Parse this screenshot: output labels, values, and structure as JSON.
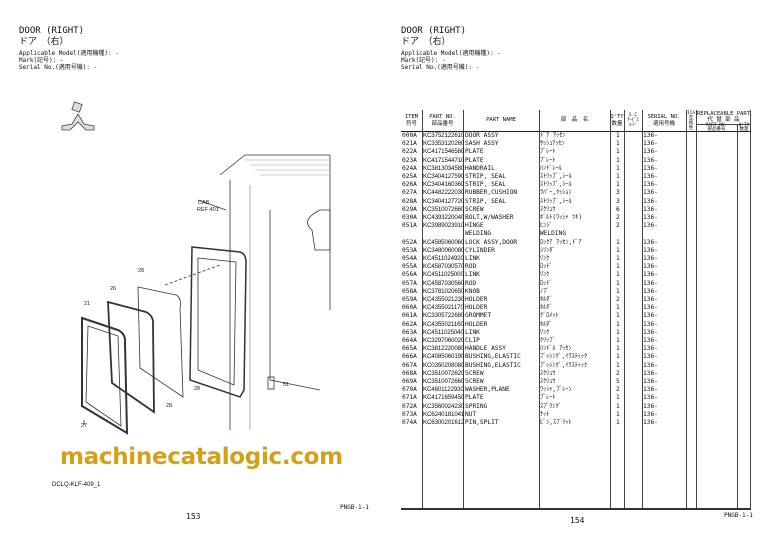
{
  "left_page": {
    "title_en": "DOOR (RIGHT)",
    "title_jp": "ドア　（右）",
    "applicable_model": "Applicable Model(適用機種): -",
    "mark": "Mark(記号): -",
    "serial_no": "Serial No.(適用号機): -",
    "diagram": {
      "cab_ref": [
        "CAB",
        "REF 401"
      ],
      "callouts": [
        "21",
        "26",
        "28",
        "28",
        "28",
        "27",
        "51"
      ],
      "figure_id": "DCLQ-KLF-409_1"
    },
    "section_code": "PNGB-1-1",
    "page_number": "153"
  },
  "right_page": {
    "title_en": "DOOR (RIGHT)",
    "title_jp": "ドア　（右）",
    "applicable_model": "Applicable Model(適用機種): -",
    "mark": "Mark(記号): -",
    "serial_no": "Serial No.(適用号機): -",
    "section_code": "PNGB-1-1",
    "page_number": "154",
    "headers": {
      "item": [
        "ITEM",
        "符号"
      ],
      "part_no": [
        "PART NO.",
        "部品番号"
      ],
      "part_name": "PART NAME",
      "jp_name": "部　品　名",
      "qty": [
        "Q'TY",
        "数量"
      ],
      "sc": [
        "S.C",
        "ｻｰﾋﾞｽ",
        "ｺｰﾄﾞ"
      ],
      "serial": [
        "SERIAL NO.",
        "適用号機"
      ],
      "ica": [
        "ICA",
        "互",
        "換",
        "性"
      ],
      "replaceable": [
        "REPLACEABLE PART",
        "代 替 部 品"
      ],
      "rep_part_no": [
        "PART NO.",
        "部品番号"
      ],
      "rep_qty": [
        "Q'TY",
        "数量"
      ]
    },
    "rows": [
      {
        "item": "000A",
        "part_no": "KC3752122610",
        "name": "DOOR ASSY",
        "jp": "ﾄﾞｱ ｱｯｾﾝ",
        "qty": "1",
        "serial": "136-"
      },
      {
        "item": "021A",
        "part_no": "KC3353120260",
        "name": "SASH ASSY",
        "jp": "ｻｯｼｭｱｯｾﾝ",
        "qty": "1",
        "serial": "136-"
      },
      {
        "item": "022A",
        "part_no": "KC4171546580",
        "name": "PLATE",
        "jp": "ﾌﾟﾚｰﾄ",
        "qty": "1",
        "serial": "136-"
      },
      {
        "item": "023A",
        "part_no": "KC4171544710",
        "name": "PLATE",
        "jp": "ﾌﾟﾚｰﾄ",
        "qty": "1",
        "serial": "136-"
      },
      {
        "item": "024A",
        "part_no": "KC3813034580",
        "name": "HANDRAIL",
        "jp": "ﾊﾝﾄﾞﾚｰﾙ",
        "qty": "1",
        "serial": "136-"
      },
      {
        "item": "025A",
        "part_no": "KC3404127590",
        "name": "STRIP, SEAL",
        "jp": "ｽﾄﾘｯﾌﾟ,ｼｰﾙ",
        "qty": "1",
        "serial": "136-"
      },
      {
        "item": "026A",
        "part_no": "KC3404160360",
        "name": "STRIP, SEAL",
        "jp": "ｽﾄﾘｯﾌﾟ,ｼｰﾙ",
        "qty": "1",
        "serial": "136-"
      },
      {
        "item": "027A",
        "part_no": "KC4482222030",
        "name": "RUBBER,CUSHION",
        "jp": "ﾗﾊﾞｰ,ｸｯｼｮﾝ",
        "qty": "3",
        "serial": "136-"
      },
      {
        "item": "028A",
        "part_no": "KC3404127720",
        "name": "STRIP, SEAL",
        "jp": "ｽﾄﾘｯﾌﾟ,ｼｰﾙ",
        "qty": "3",
        "serial": "136-"
      },
      {
        "item": "029A",
        "part_no": "KC3510072660",
        "name": "SCREW",
        "jp": "ｽｸﾘｭｳ",
        "qty": "6",
        "serial": "136-"
      },
      {
        "item": "030A",
        "part_no": "KC4393220040",
        "name": "BOLT,W/WASHER",
        "jp": "ﾎﾞﾙﾄ(ﾜｯｼｬ ﾂｷ)",
        "qty": "2",
        "serial": "136-"
      },
      {
        "item": "051A",
        "part_no": "KC3989023910",
        "name": "HINGE",
        "jp": "ﾋﾝｼﾞ",
        "qty": "2",
        "serial": "136-"
      },
      {
        "item": "",
        "part_no": "",
        "name": "WELDING",
        "jp": "WELDING",
        "qty": "",
        "serial": ""
      },
      {
        "item": "052A",
        "part_no": "KC4585060060",
        "name": "LOCK ASSY,DOOR",
        "jp": "ﾛｯｸｱ ｱｯｾﾝ,ﾄﾞｱ",
        "qty": "1",
        "serial": "136-"
      },
      {
        "item": "053A",
        "part_no": "KC3480060080",
        "name": "CYLINDER",
        "jp": "ｼﾘﾝﾀﾞ",
        "qty": "1",
        "serial": "136-"
      },
      {
        "item": "054A",
        "part_no": "KC4511024920",
        "name": "LINK",
        "jp": "ﾘﾝｸ",
        "qty": "1",
        "serial": "136-"
      },
      {
        "item": "055A",
        "part_no": "KC4587030570",
        "name": "ROD",
        "jp": "ﾛｯﾄﾞ",
        "qty": "1",
        "serial": "136-"
      },
      {
        "item": "056A",
        "part_no": "KC4511025000",
        "name": "LINK",
        "jp": "ﾘﾝｸ",
        "qty": "1",
        "serial": "136-"
      },
      {
        "item": "057A",
        "part_no": "KC4587030560",
        "name": "ROD",
        "jp": "ﾛｯﾄﾞ",
        "qty": "1",
        "serial": "136-"
      },
      {
        "item": "058A",
        "part_no": "KC3781020650",
        "name": "KNOB",
        "jp": "ﾉﾌﾞ",
        "qty": "1",
        "serial": "136-"
      },
      {
        "item": "059A",
        "part_no": "KC4355021230",
        "name": "HOLDER",
        "jp": "ﾎﾙﾀﾞ",
        "qty": "2",
        "serial": "136-"
      },
      {
        "item": "060A",
        "part_no": "KC4355021170",
        "name": "HOLDER",
        "jp": "ﾎﾙﾀﾞ",
        "qty": "1",
        "serial": "136-"
      },
      {
        "item": "061A",
        "part_no": "KC3305722680",
        "name": "GROMMET",
        "jp": "ｸﾞﾛﾒｯﾄ",
        "qty": "1",
        "serial": "136-"
      },
      {
        "item": "062A",
        "part_no": "KC4355021160",
        "name": "HOLDER",
        "jp": "ﾎﾙﾀﾞ",
        "qty": "1",
        "serial": "136-"
      },
      {
        "item": "063A",
        "part_no": "KC4511025040",
        "name": "LINK",
        "jp": "ﾘﾝｸ",
        "qty": "1",
        "serial": "136-"
      },
      {
        "item": "064A",
        "part_no": "KC3297060020",
        "name": "CLIP",
        "jp": "ｸﾘｯﾌﾟ",
        "qty": "1",
        "serial": "136-"
      },
      {
        "item": "065A",
        "part_no": "KC3812220080",
        "name": "HANDLE ASSY",
        "jp": "ﾊﾝﾄﾞﾙ ｱｯｾﾝ",
        "qty": "1",
        "serial": "136-"
      },
      {
        "item": "066A",
        "part_no": "KC4085060190",
        "name": "BUSHING,ELASTIC",
        "jp": "ﾌﾞｯｼﾝｸﾞ,ｲﾗｽﾃｨｯｸ",
        "qty": "1",
        "serial": "136-"
      },
      {
        "item": "067A",
        "part_no": "KC0350208080",
        "name": "BUSHING,ELASTIC",
        "jp": "ﾌﾞｯｼﾝｸﾞ,ｲﾗｽﾃｨｯｸ",
        "qty": "1",
        "serial": "136-"
      },
      {
        "item": "068A",
        "part_no": "KC3510072620",
        "name": "SCREW",
        "jp": "ｽｸﾘｭｳ",
        "qty": "2",
        "serial": "136-"
      },
      {
        "item": "069A",
        "part_no": "KC3510072660",
        "name": "SCREW",
        "jp": "ｽｸﾘｭｳ",
        "qty": "5",
        "serial": "136-"
      },
      {
        "item": "070A",
        "part_no": "KC4601122930",
        "name": "WASHER,PLANE",
        "jp": "ﾜｯｼｬ,ﾌﾟﾚｰﾝ",
        "qty": "2",
        "serial": "136-"
      },
      {
        "item": "071A",
        "part_no": "KC4171659450",
        "name": "PLATE",
        "jp": "ﾌﾟﾚｰﾄ",
        "qty": "1",
        "serial": "136-"
      },
      {
        "item": "072A",
        "part_no": "KC3560024230",
        "name": "SPRING",
        "jp": "ｽﾌﾟﾘﾝｸﾞ",
        "qty": "1",
        "serial": "136-"
      },
      {
        "item": "073A",
        "part_no": "KC6240181041",
        "name": "NUT",
        "jp": "ﾅｯﾄ",
        "qty": "1",
        "serial": "136-"
      },
      {
        "item": "074A",
        "part_no": "KC6300201612",
        "name": "PIN,SPLIT",
        "jp": "ﾋﾟﾝ,ｽﾌﾟﾘｯﾄ",
        "qty": "1",
        "serial": "136-"
      }
    ]
  },
  "watermark": "machinecatalogic.com",
  "colors": {
    "watermark": "#d4a017",
    "ink": "#111111"
  }
}
